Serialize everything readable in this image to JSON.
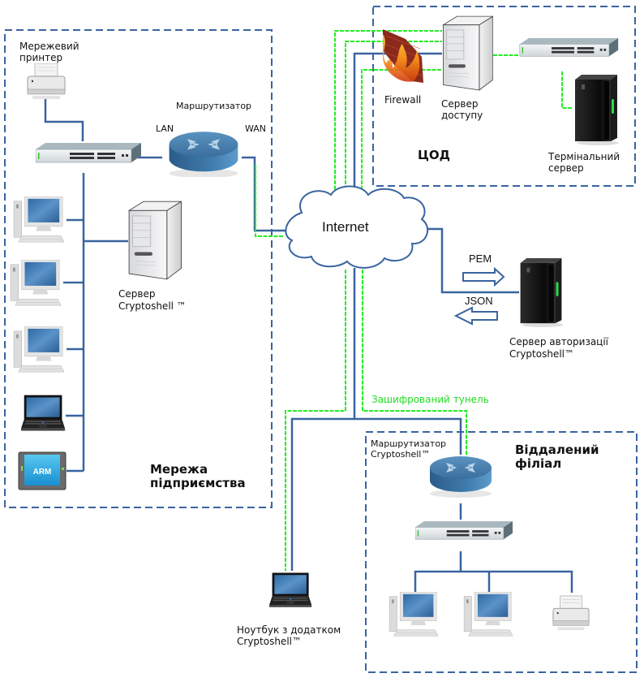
{
  "colors": {
    "link": "#3a64a0",
    "tunnel": "#22ee22",
    "zone_border": "#3a64a0",
    "tunnel_text": "#22dd22"
  },
  "zones": {
    "enterprise": {
      "title_line1": "Мережа",
      "title_line2": "підприємства"
    },
    "datacenter": {
      "title": "ЦОД"
    },
    "branch": {
      "title_line1": "Віддалений",
      "title_line2": "філіал"
    }
  },
  "enterprise": {
    "printer": {
      "label_line1": "Мережевий",
      "label_line2": "принтер",
      "icon": "printer-icon"
    },
    "switch": {
      "icon": "switch-icon"
    },
    "router": {
      "label": "Маршрутизатор",
      "lan_label": "LAN",
      "wan_label": "WAN",
      "icon": "router-icon"
    },
    "server": {
      "label_line1": "Сервер",
      "label_line2": "Cryptoshell ™",
      "icon": "server-tower-icon"
    },
    "workstations": [
      {
        "icon": "desktop-computer-icon"
      },
      {
        "icon": "desktop-computer-icon"
      },
      {
        "icon": "desktop-computer-icon"
      },
      {
        "icon": "laptop-icon"
      },
      {
        "icon": "arm-terminal-icon",
        "screen_text": "ARM"
      }
    ]
  },
  "internet": {
    "label": "Internet",
    "icon": "cloud-icon"
  },
  "datacenter": {
    "firewall": {
      "label": "Firewall",
      "icon": "firewall-icon"
    },
    "access_server": {
      "label_line1": "Сервер",
      "label_line2": "доступу",
      "icon": "server-tower-icon"
    },
    "switch": {
      "icon": "switch-icon"
    },
    "terminal_server": {
      "label_line1": "Термінальний",
      "label_line2": "сервер",
      "icon": "rack-server-icon"
    }
  },
  "auth": {
    "server": {
      "label_line1": "Сервер авторизації",
      "label_line2": "Cryptoshell™",
      "icon": "rack-server-icon"
    },
    "request_label": "PEM",
    "response_label": "JSON"
  },
  "tunnel_label": "Зашифрований тунель",
  "branch": {
    "router": {
      "label_line1": "Маршрутизатор",
      "label_line2": "Cryptoshell™",
      "icon": "router-icon"
    },
    "switch": {
      "icon": "switch-icon"
    },
    "devices": [
      {
        "icon": "desktop-computer-icon"
      },
      {
        "icon": "desktop-computer-icon"
      },
      {
        "icon": "printer-icon"
      }
    ]
  },
  "mobile": {
    "laptop": {
      "label_line1": "Ноутбук з додатком",
      "label_line2": "Cryptoshell™",
      "icon": "laptop-icon"
    }
  }
}
